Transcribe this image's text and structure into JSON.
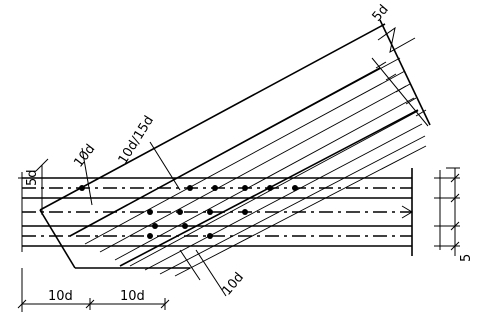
{
  "diagram": {
    "labels": {
      "top_right": "5d",
      "left_5d": "5d",
      "left_10d": "10d",
      "inclined_10d_15d": "10d/15d",
      "bottom_10d": "10d",
      "right_5": "5",
      "bottom_left_10d": "10d",
      "bottom_mid_10d": "10d"
    }
  }
}
